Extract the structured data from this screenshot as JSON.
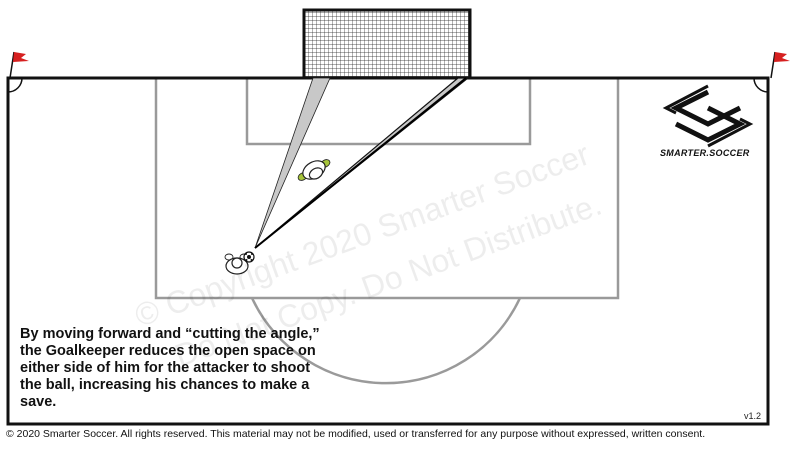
{
  "caption": "By moving forward and “cutting the angle,” the Goalkeeper reduces the open space on either side of him for the attacker to shoot the ball, increasing his chances to make a save.",
  "version": "v1.2",
  "footer": "© 2020 Smarter Soccer. All rights reserved. This material may not be modified, used or transferred for any purpose without expressed, written consent.",
  "logo": {
    "text": "SMARTER.SOCCER"
  },
  "watermark": {
    "line1": "© Copyright 2020 Smarter Soccer",
    "line2": "Do Not Copy. Do Not Distribute."
  },
  "colors": {
    "flag": "#d62020",
    "goalkeeper_jersey": "#a6c43a",
    "pitch_lines": "#9a9a9a",
    "boundary": "#111111"
  }
}
